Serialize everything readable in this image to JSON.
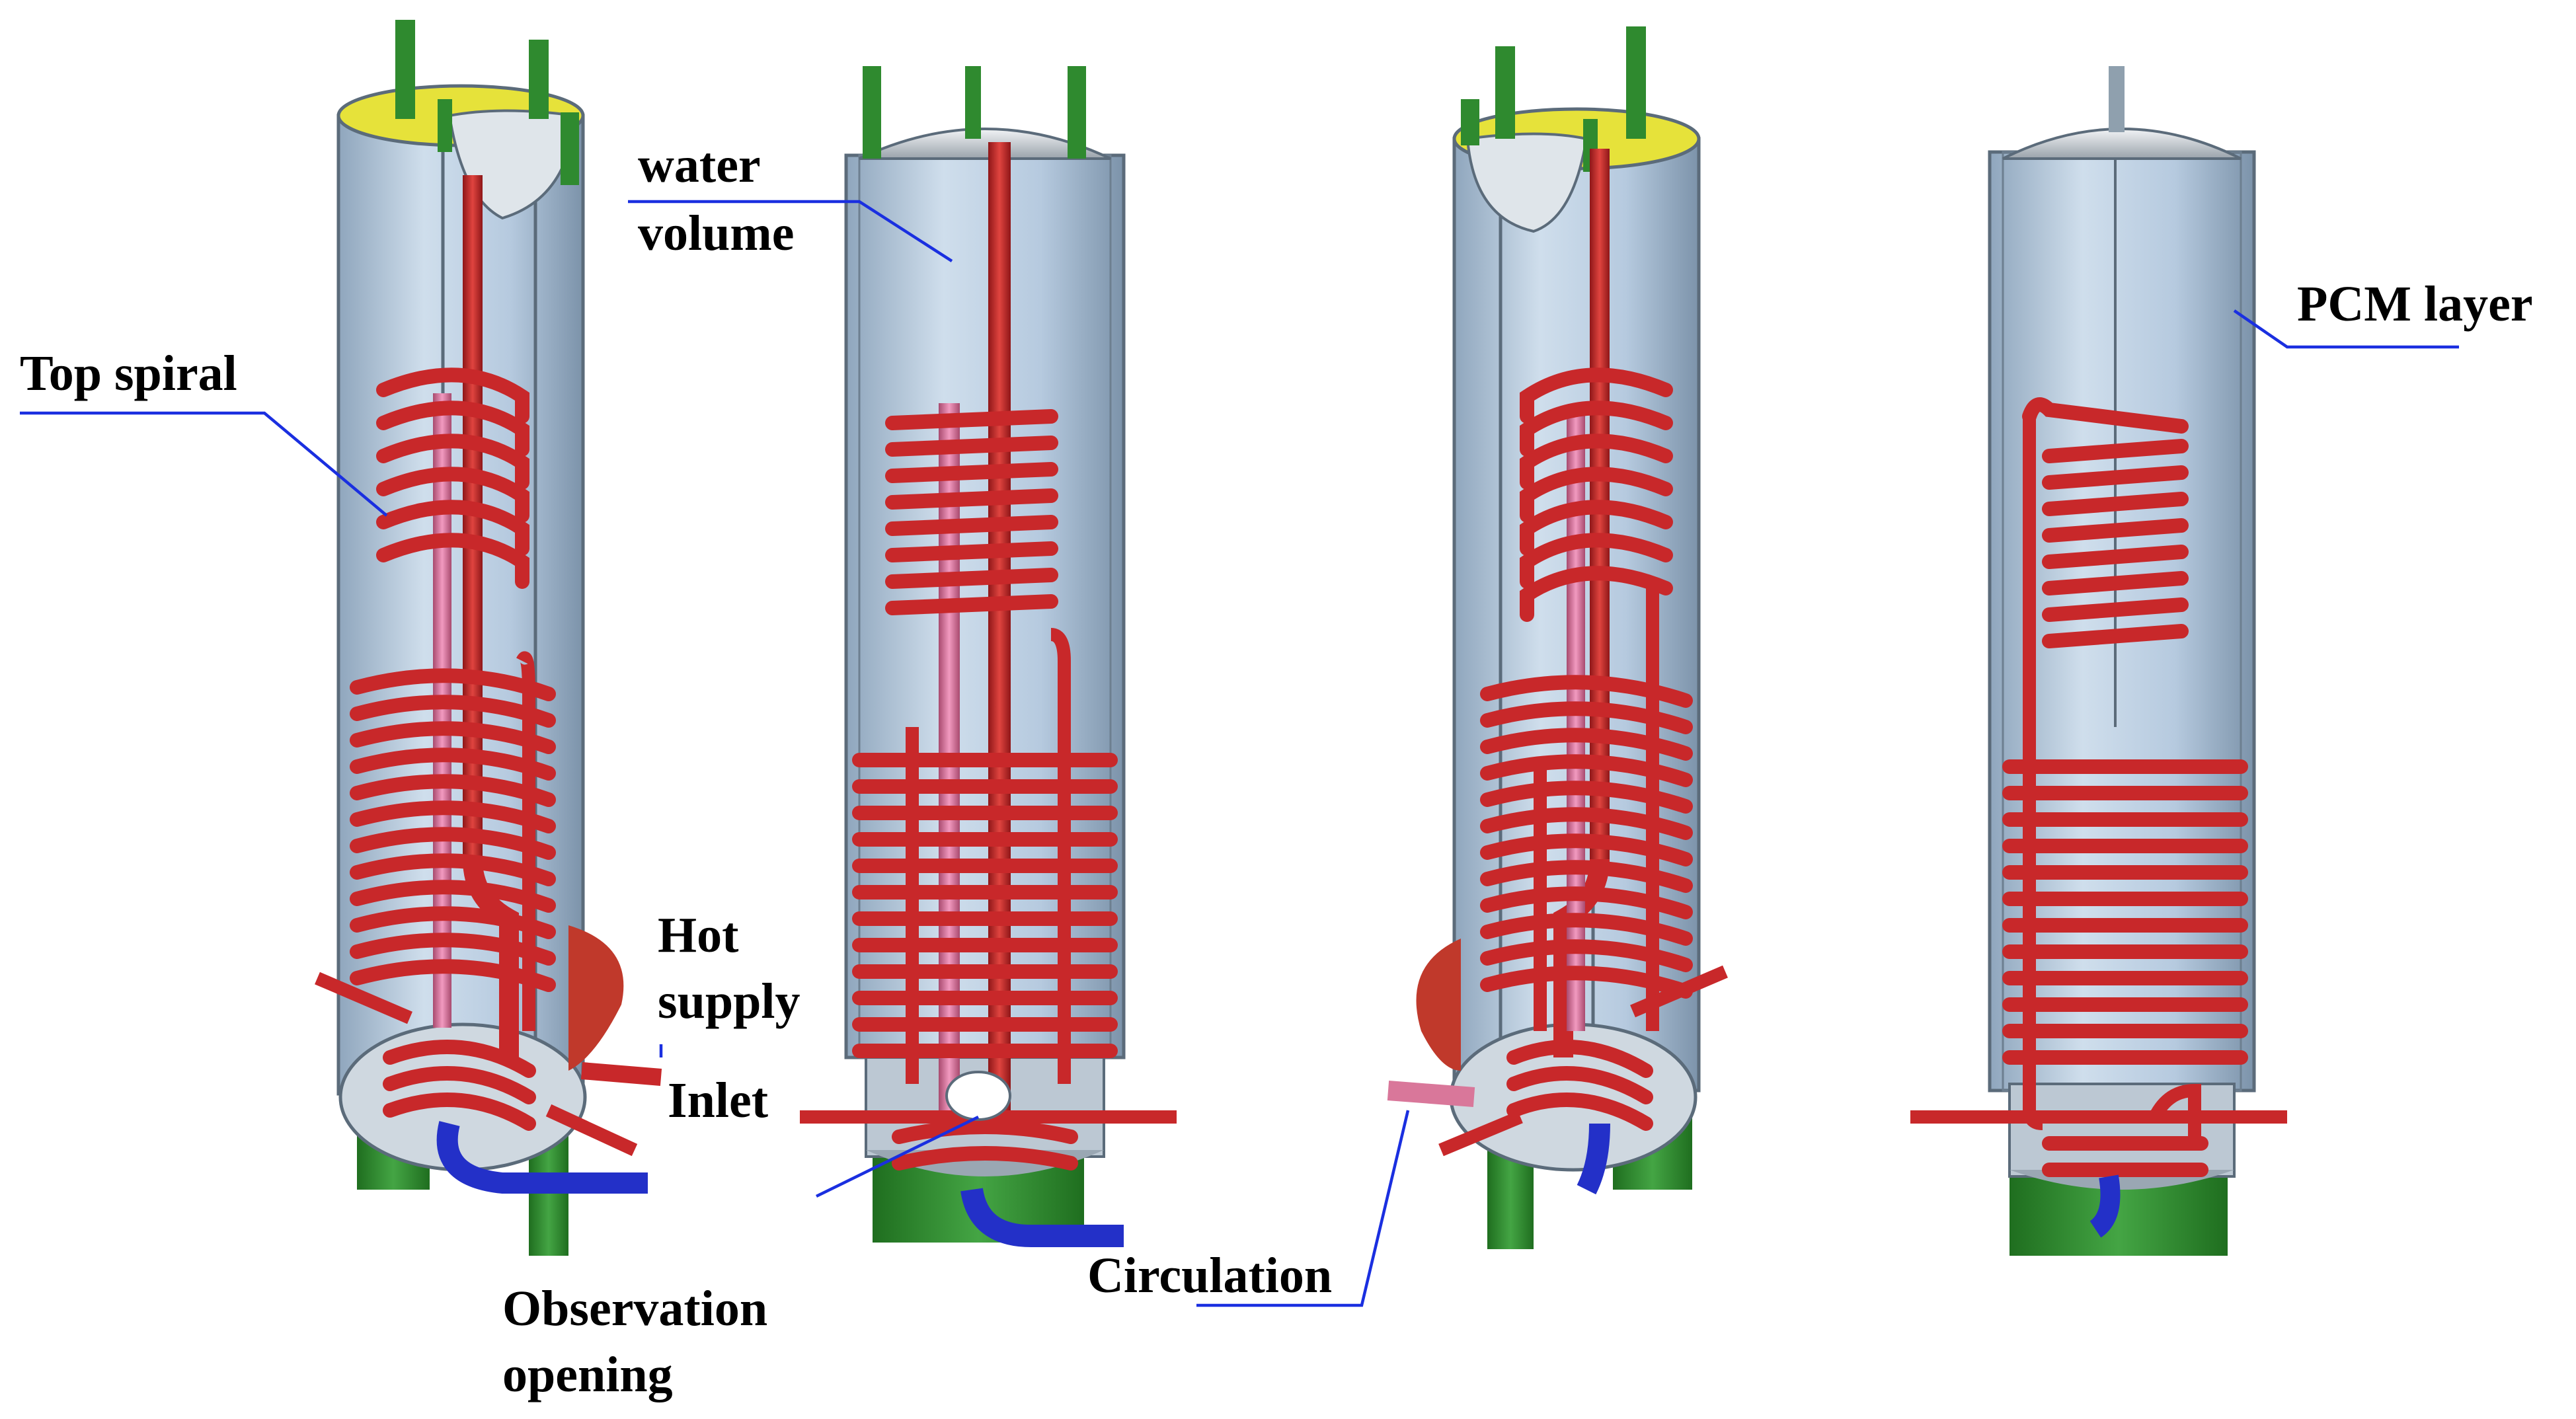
{
  "figure": {
    "labels": {
      "water_volume_line1": "water",
      "water_volume_line2": "volume",
      "top_spiral": "Top spiral",
      "hot_supply_line1": "Hot",
      "hot_supply_line2": "supply",
      "inlet": "Inlet",
      "observation_opening_line1": "Observation",
      "observation_opening_line2": "opening",
      "circulation": "Circulation",
      "pcm_layer": "PCM layer"
    },
    "colors": {
      "tank_glass": "#b9cde0",
      "tank_edge": "#5b6b7a",
      "pipe_red": "#c8282a",
      "pipe_pink": "#d9779a",
      "pipe_blue": "#2330c8",
      "stand_green": "#2f8a2f",
      "rim_yellow": "#e6e23a",
      "flange": "#c0392b",
      "leader_line": "#1a2fe0"
    }
  }
}
